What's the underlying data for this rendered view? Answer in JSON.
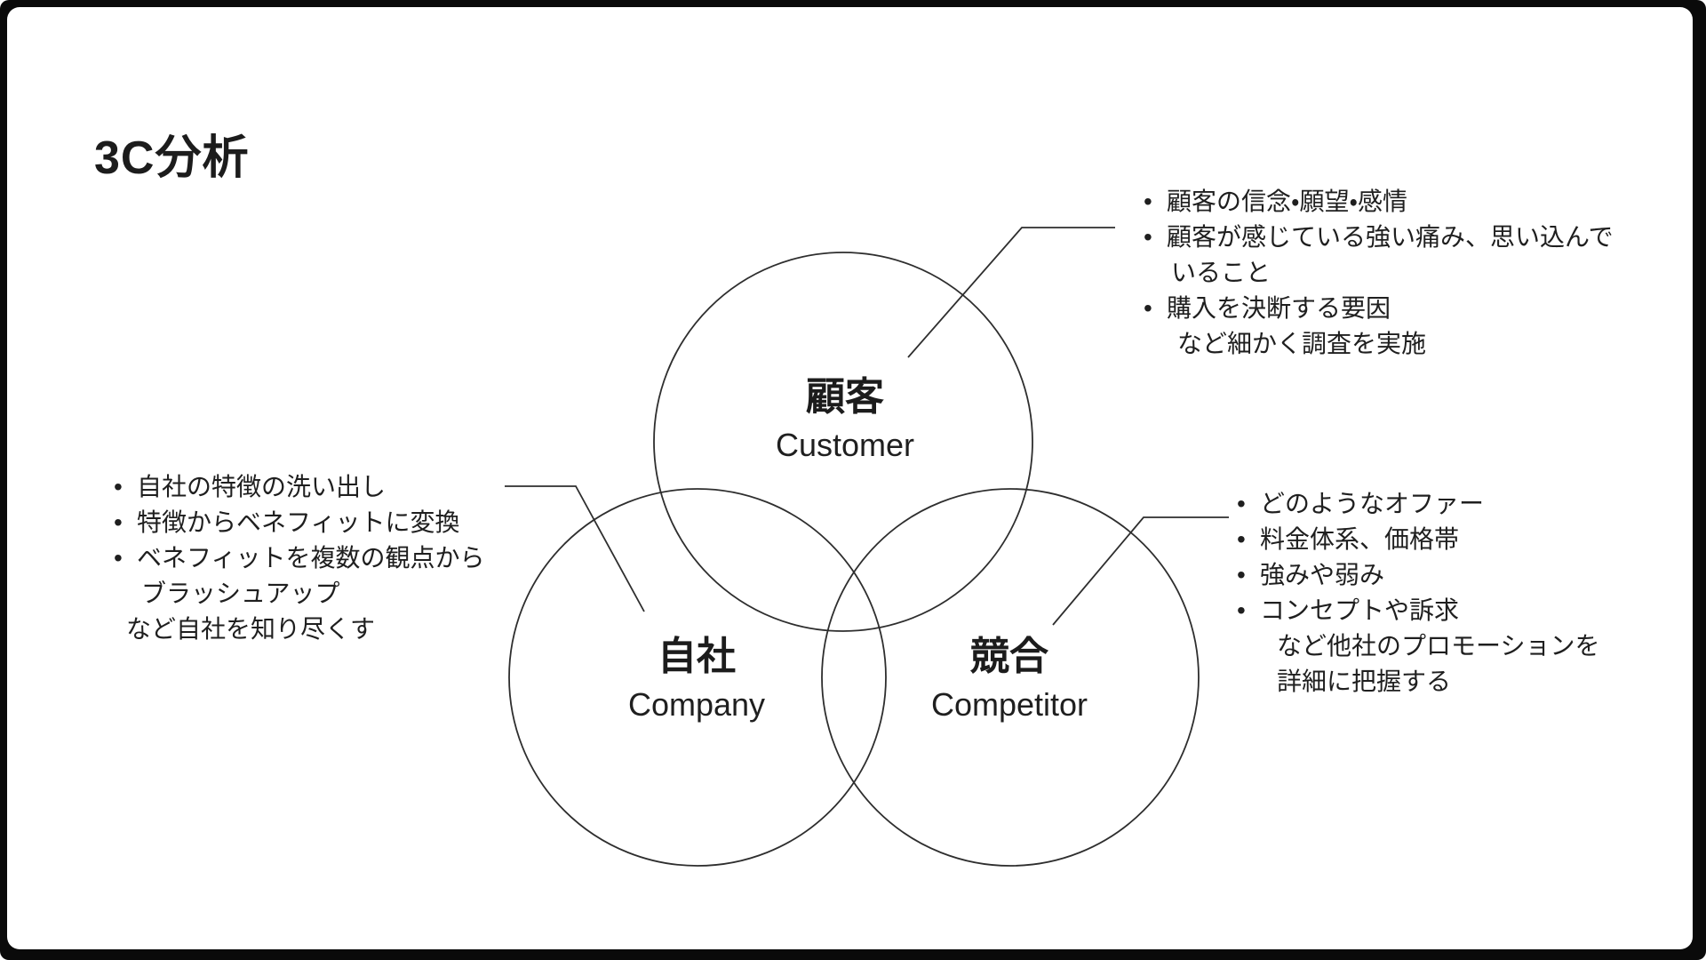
{
  "title": "3C分析",
  "bullet_char": "•",
  "colors": {
    "ink": "#1f1f1f",
    "line": "#2e2e2e",
    "frame": "#0a0a0a",
    "background": "#ffffff"
  },
  "circles": [
    {
      "id": "customer",
      "label_ja": "顧客",
      "label_en": "Customer"
    },
    {
      "id": "company",
      "label_ja": "自社",
      "label_en": "Company"
    },
    {
      "id": "competitor",
      "label_ja": "競合",
      "label_en": "Competitor"
    }
  ],
  "notes": {
    "customer": {
      "lines": [
        {
          "bullet": true,
          "indent": 0,
          "text": "顧客の信念・願望・感情"
        },
        {
          "bullet": true,
          "indent": 0,
          "text": "顧客が感じている強い痛み、思い込んで"
        },
        {
          "bullet": false,
          "indent": 1,
          "text": "いること"
        },
        {
          "bullet": true,
          "indent": 0,
          "text": "購入を決断する要因"
        },
        {
          "bullet": false,
          "indent": 2,
          "text": "など細かく調査を実施"
        }
      ]
    },
    "company": {
      "lines": [
        {
          "bullet": true,
          "indent": 0,
          "text": "自社の特徴の洗い出し"
        },
        {
          "bullet": true,
          "indent": 0,
          "text": "特徴からベネフィットに変換"
        },
        {
          "bullet": true,
          "indent": 0,
          "text": "ベネフィットを複数の観点から"
        },
        {
          "bullet": false,
          "indent": 1,
          "text": "ブラッシュアップ"
        },
        {
          "bullet": false,
          "indent": 3,
          "text": "など自社を知り尽くす"
        }
      ]
    },
    "competitor": {
      "lines": [
        {
          "bullet": true,
          "indent": 0,
          "text": "どのようなオファー"
        },
        {
          "bullet": true,
          "indent": 0,
          "text": "料金体系、価格帯"
        },
        {
          "bullet": true,
          "indent": 0,
          "text": "強みや弱み"
        },
        {
          "bullet": true,
          "indent": 0,
          "text": "コンセプトや訴求"
        },
        {
          "bullet": false,
          "indent": 4,
          "text": "など他社のプロモーションを"
        },
        {
          "bullet": false,
          "indent": 4,
          "text": "詳細に把握する"
        }
      ]
    }
  }
}
